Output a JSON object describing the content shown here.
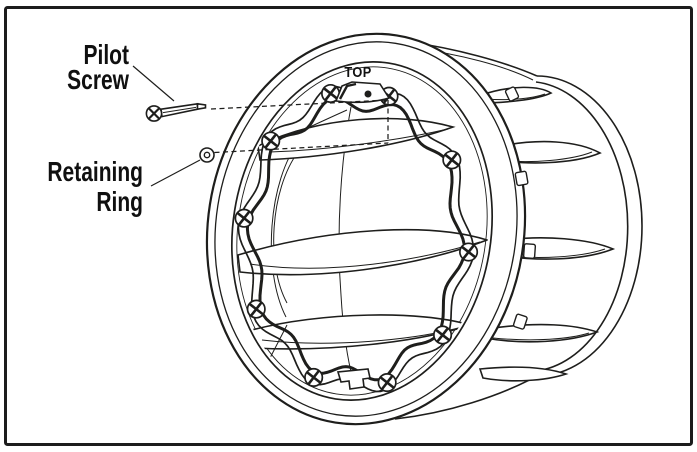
{
  "diagram": {
    "description": "Exploded-view line illustration of a pool light niche showing pilot screw and retaining ring installation",
    "part_labels": {
      "pilot_screw": {
        "line1": "Pilot",
        "line2": "Screw"
      },
      "retaining_ring": {
        "line1": "Retaining",
        "line2": "Ring"
      }
    },
    "orientation_marking": "TOP",
    "colors": {
      "line": "#1e1e1c",
      "background": "#ffffff"
    },
    "screw_count": 10
  }
}
